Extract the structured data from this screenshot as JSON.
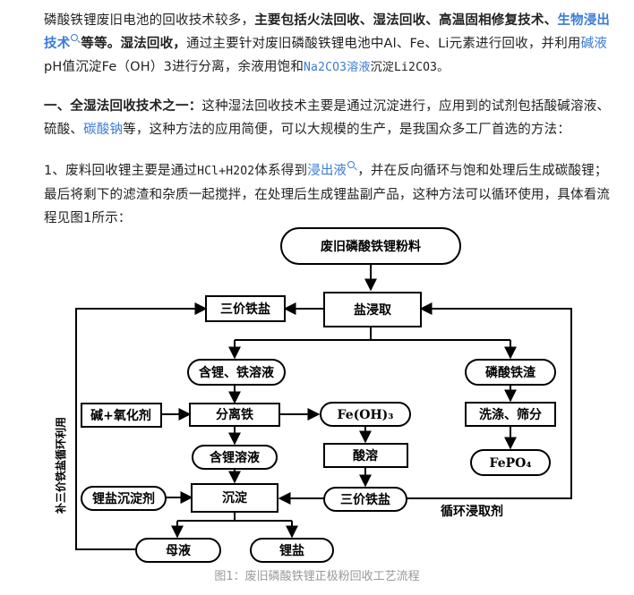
{
  "paragraphs": {
    "p1": {
      "a": "磷酸铁锂废旧电池的回收技术较多，",
      "b": "主要包括火法回收、湿法回收、高温固相修复技术、",
      "c": "生物浸出技术",
      "d": "等等。湿法回收，",
      "e": "通过主要针对废旧磷酸铁锂电池中Al、Fe、Li元素进行回收，并利用",
      "f": "碱液",
      "g": "pH值沉淀Fe（OH）3进行分离，余液用饱和",
      "h": "Na2CO3溶液",
      "i": "沉淀Li2CO3。"
    },
    "p2": {
      "a": "一、全湿法回收技术之一：",
      "b": "这种湿法回收技术主要是通过沉淀进行，应用到的试剂包括酸碱溶液、硫酸、",
      "c": "碳酸钠",
      "d": "等，这种方法的应用简便，可以大规模的生产，是我国众多工厂首选的方法："
    },
    "p3": {
      "a": "1、废料回收锂主要是通过",
      "b": "HCl+H2O2",
      "c": "体系得到",
      "d": "浸出液",
      "e": "，并在反向循环与饱和处理后生成碳酸锂；最后将剩下的滤渣和杂质一起搅拌，在处理后生成锂盐副产品，这种方法可以循环使用，具体看流程见图1所示："
    }
  },
  "flowchart": {
    "raw_material": "废旧磷酸铁锂粉料",
    "ferric_salt_top": "三价铁盐",
    "salt_leach": "盐浸取",
    "li_fe_solution": "含锂、铁溶液",
    "iron_phosphate_slag": "磷酸铁渣",
    "alkali_oxidant": "碱+氧化剂",
    "separate_iron": "分离铁",
    "fe_oh3": "Fe(OH)₃",
    "wash_sieve": "洗涤、筛分",
    "li_solution": "含锂溶液",
    "acid_dissolve": "酸溶",
    "fepo4": "FePO₄",
    "li_precipitant": "锂盐沉淀剂",
    "precipitate": "沉淀",
    "ferric_salt_bottom": "三价铁盐",
    "cycle_leach_agent": "循环浸取剂",
    "mother_liquor": "母液",
    "lithium_salt": "锂盐",
    "side_label": "补三价铁盐循环利用"
  },
  "caption": "图1：废旧磷酸铁锂正极粉回收工艺流程",
  "colors": {
    "link": "#3a7bd5",
    "caption": "#999999"
  }
}
